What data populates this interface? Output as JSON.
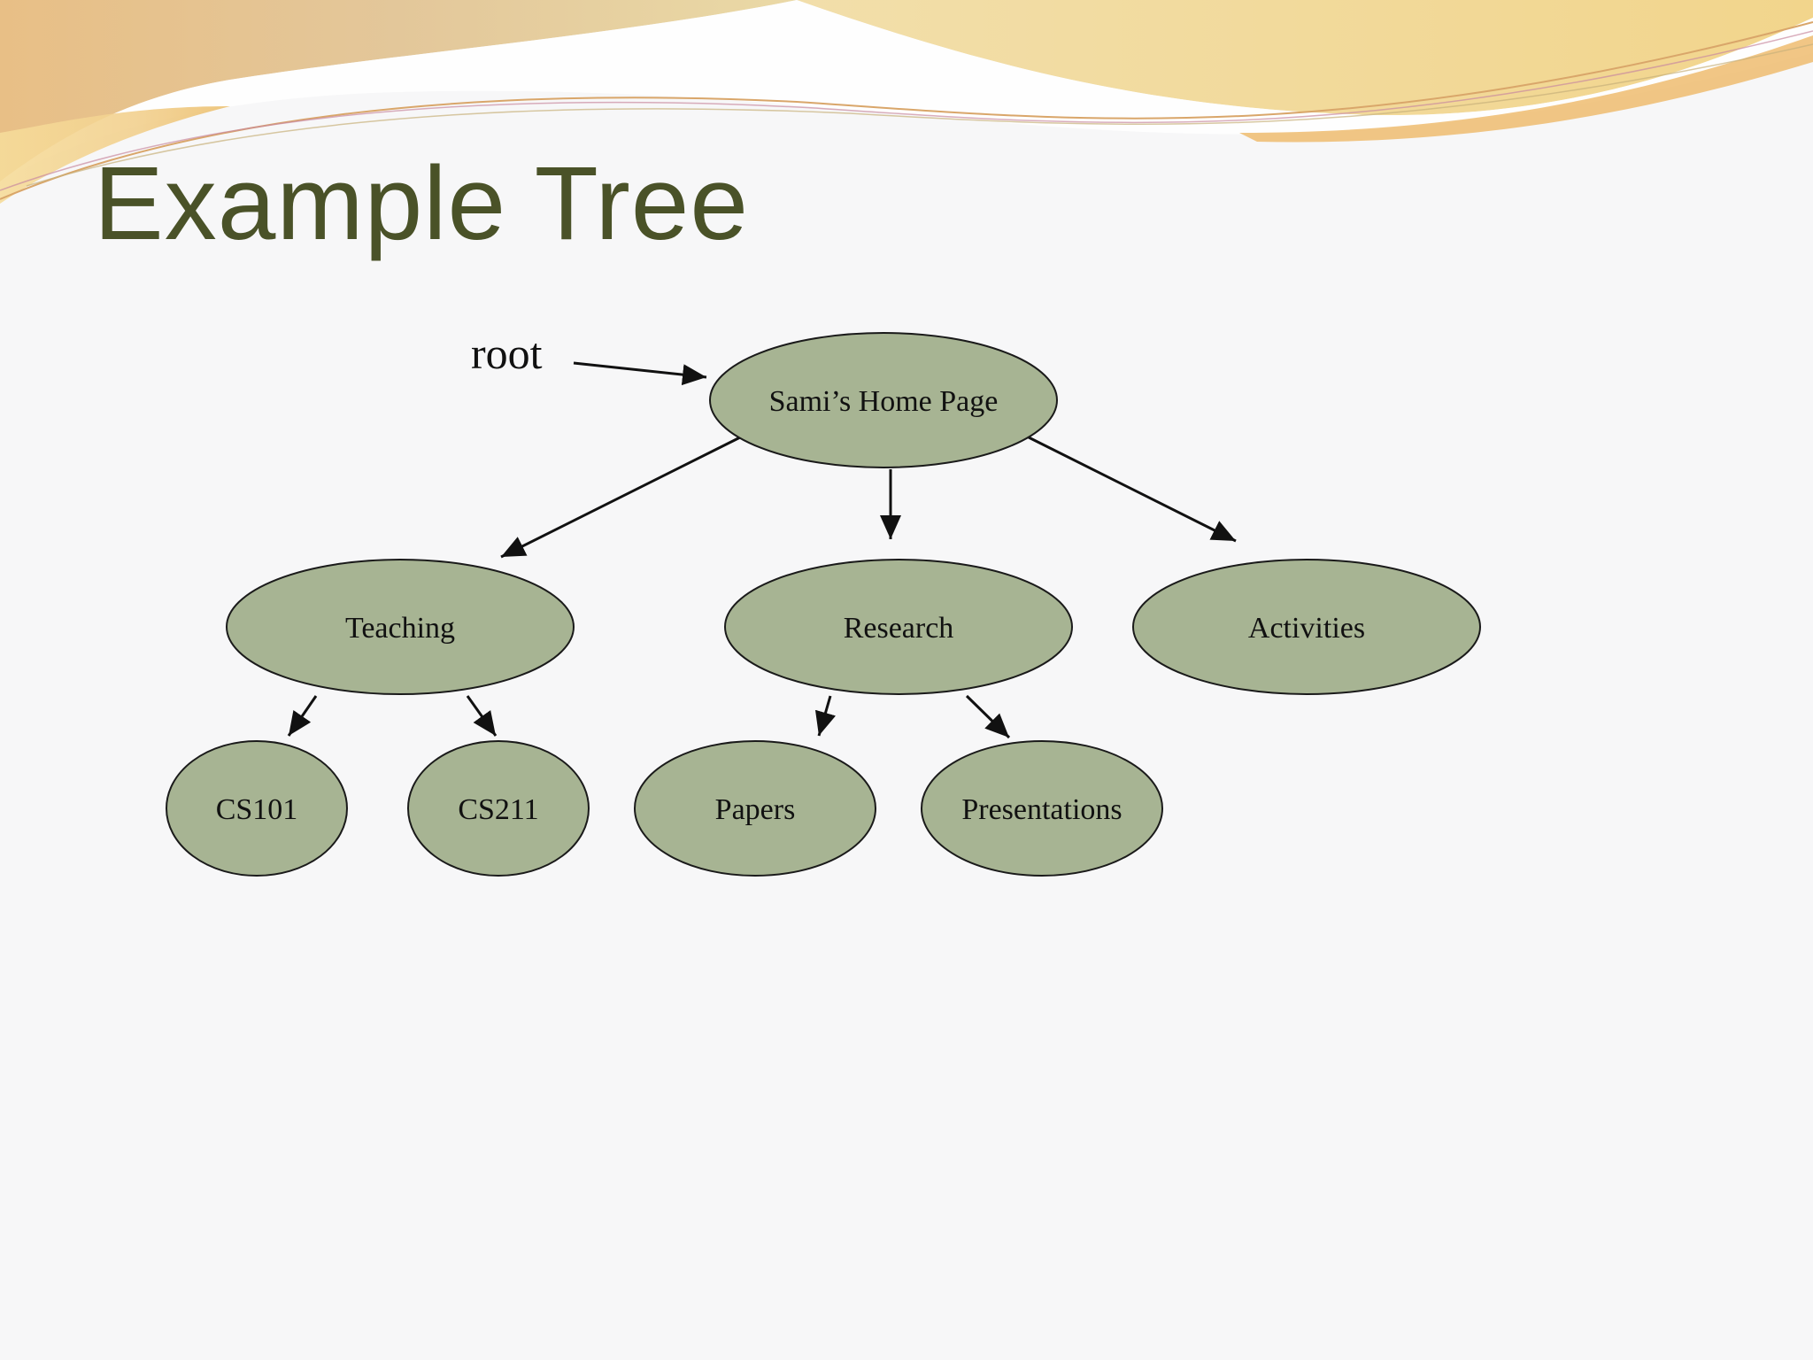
{
  "slide": {
    "title": "Example Tree"
  },
  "diagram": {
    "root_label": "root",
    "nodes": {
      "home": "Sami’s Home Page",
      "teaching": "Teaching",
      "research": "Research",
      "activities": "Activities",
      "cs101": "CS101",
      "cs211": "CS211",
      "papers": "Papers",
      "presentations": "Presentations"
    },
    "edges": [
      [
        "home",
        "teaching"
      ],
      [
        "home",
        "research"
      ],
      [
        "home",
        "activities"
      ],
      [
        "teaching",
        "cs101"
      ],
      [
        "teaching",
        "cs211"
      ],
      [
        "research",
        "papers"
      ],
      [
        "research",
        "presentations"
      ]
    ]
  },
  "colors": {
    "title": "#4a5228",
    "node_fill": "#a7b493",
    "node_stroke": "#1a1a1a",
    "banner_gold": "#e9b978",
    "banner_light": "#f0d99e"
  }
}
